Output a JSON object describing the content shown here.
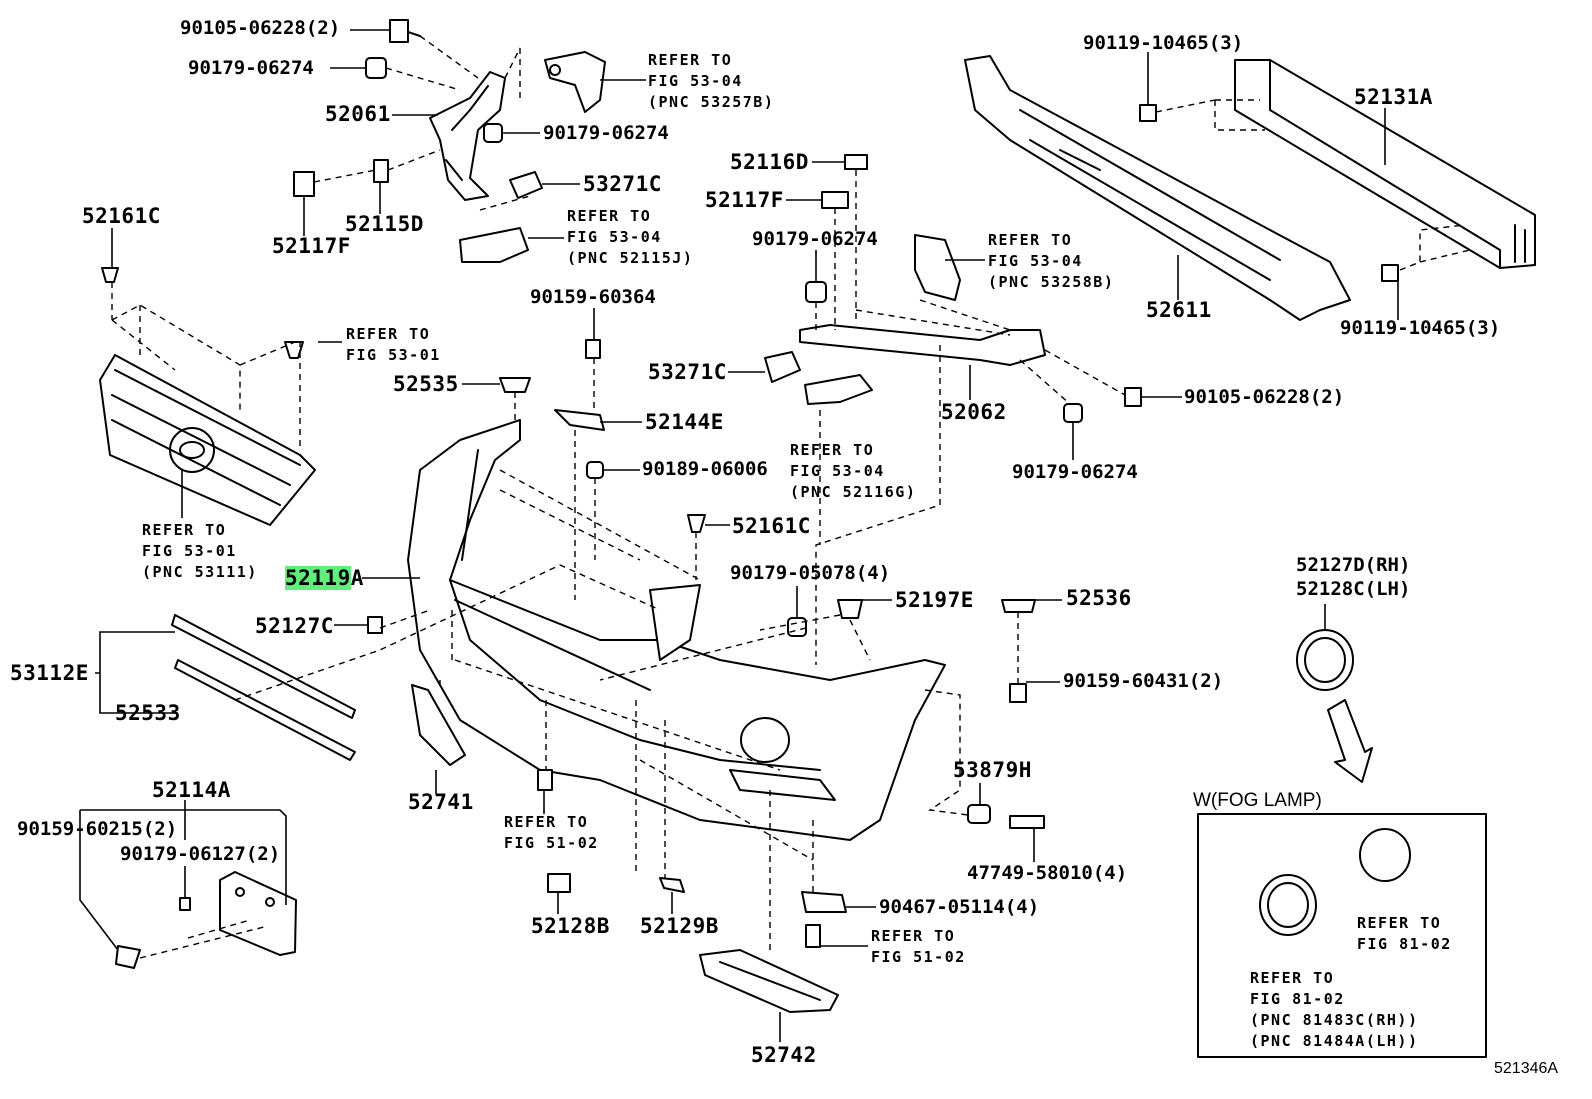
{
  "parts": {
    "p90105_06228_top": "90105-06228(2)",
    "p90179_06274_a": "90179-06274",
    "p52061": "52061",
    "p90179_06274_b": "90179-06274",
    "p53271c_top": "53271C",
    "p52161c_left": "52161C",
    "p52115d": "52115D",
    "p52117f_left": "52117F",
    "p52116d": "52116D",
    "p52117f_mid": "52117F",
    "p90179_06274_c": "90179-06274",
    "p90119_10465_top": "90119-10465(3)",
    "p52131a": "52131A",
    "p52611": "52611",
    "p90119_10465_bot": "90119-10465(3)",
    "p90159_60364": "90159-60364",
    "p52535": "52535",
    "p53271c_mid": "53271C",
    "p52062": "52062",
    "p90105_06228_right": "90105-06228(2)",
    "p52144e": "52144E",
    "p90189_06006": "90189-06006",
    "p90179_06274_d": "90179-06274",
    "p52161c_mid": "52161C",
    "p52119_hl": "52119",
    "p52119_suffix": "A",
    "p90179_05078": "90179-05078(4)",
    "p52197e": "52197E",
    "p52536": "52536",
    "p52127d": "52127D(RH)",
    "p52128c": "52128C(LH)",
    "p52127c": "52127C",
    "p53112e": "53112E",
    "p52533": "52533",
    "p90159_60431": "90159-60431(2)",
    "p52741": "52741",
    "p53879h": "53879H",
    "p52114a": "52114A",
    "p90159_60215": "90159-60215(2)",
    "p90179_06127": "90179-06127(2)",
    "p47749_58010": "47749-58010(4)",
    "p52128b": "52128B",
    "p52129b": "52129B",
    "p90467_05114": "90467-05114(4)",
    "p52742": "52742"
  },
  "refs": {
    "r1": [
      "REFER TO",
      "FIG 53-04",
      "(PNC 53257B)"
    ],
    "r2": [
      "REFER TO",
      "FIG 53-04",
      "(PNC 52115J)"
    ],
    "r3": [
      "REFER TO",
      "FIG 53-01"
    ],
    "r4": [
      "REFER TO",
      "FIG 53-04",
      "(PNC 53258B)"
    ],
    "r5": [
      "REFER TO",
      "FIG 53-04",
      "(PNC 52116G)"
    ],
    "r6": [
      "REFER TO",
      "FIG 53-01",
      "(PNC 53111)"
    ],
    "r7": [
      "REFER TO",
      "FIG 51-02"
    ],
    "r8": [
      "REFER TO",
      "FIG 51-02"
    ],
    "r9": [
      "REFER TO",
      "FIG 81-02"
    ],
    "r10": [
      "REFER TO",
      "FIG 81-02",
      "(PNC 81483C(RH))",
      "(PNC 81484A(LH))"
    ]
  },
  "fog_box_title": "W(FOG LAMP)",
  "figure_id": "521346A",
  "colors": {
    "highlight": "#5ef07a",
    "ink": "#000000",
    "background": "#ffffff"
  }
}
